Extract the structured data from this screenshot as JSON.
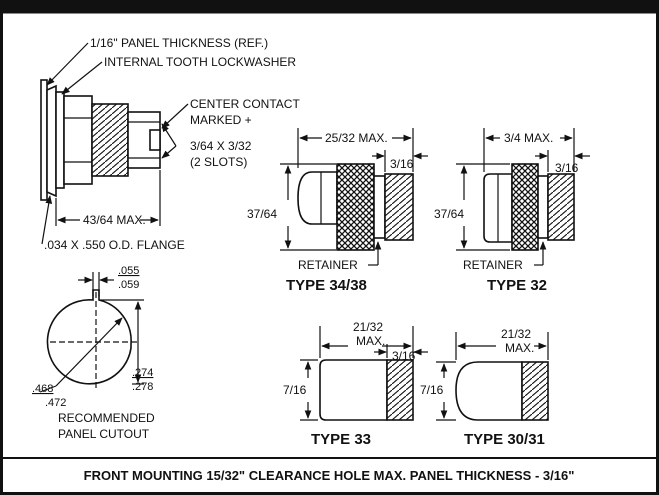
{
  "colors": {
    "ink": "#111111",
    "paper": "#ffffff"
  },
  "side_view": {
    "panel_thickness": "1/16\" PANEL THICKNESS (REF.)",
    "lockwasher": "INTERNAL TOOTH LOCKWASHER",
    "center_contact_1": "CENTER CONTACT",
    "center_contact_2": "MARKED +",
    "slots_1": "3/64 X 3/32",
    "slots_2": "(2 SLOTS)",
    "length": "43/64 MAX.",
    "flange": ".034 X .550 O.D. FLANGE"
  },
  "cutout": {
    "key_width_1": ".055",
    "key_width_2": ".059",
    "flat_1": ".274",
    "flat_2": ".278",
    "dia_1": ".468",
    "dia_2": ".472",
    "label_1": "RECOMMENDED",
    "label_2": "PANEL CUTOUT"
  },
  "type_34_38": {
    "title": "TYPE 34/38",
    "length": "25/32 MAX.",
    "thread": "3/16",
    "height": "37/64",
    "retainer": "RETAINER"
  },
  "type_32": {
    "title": "TYPE 32",
    "length": "3/4 MAX.",
    "thread": "3/16",
    "height": "37/64",
    "retainer": "RETAINER"
  },
  "type_33": {
    "title": "TYPE 33",
    "length_1": "21/32",
    "length_2": "MAX.",
    "thread": "3/16",
    "height": "7/16"
  },
  "type_30_31": {
    "title": "TYPE 30/31",
    "length_1": "21/32",
    "length_2": "MAX.",
    "height": "7/16"
  },
  "footer": "FRONT MOUNTING 15/32\" CLEARANCE HOLE MAX. PANEL THICKNESS - 3/16\""
}
